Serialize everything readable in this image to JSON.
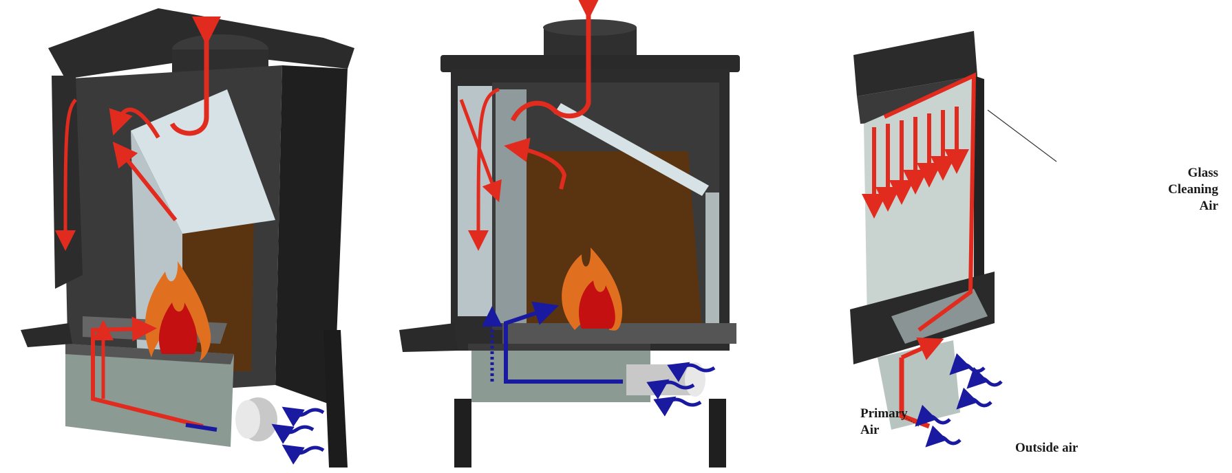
{
  "labels": {
    "glass_cleaning_line1": "Glass",
    "glass_cleaning_line2": "Cleaning",
    "glass_cleaning_line3": "Air",
    "primary_air_line1": "Primary",
    "primary_air_line2": "Air",
    "outside_air": "Outside air"
  },
  "colors": {
    "stove_body": "#2a2a2a",
    "firebox_lining": "#5a3410",
    "baffle": "#cfd6d8",
    "hot_air": "#e02b1e",
    "cold_air": "#1a1aa0",
    "flame_outer": "#e07020",
    "flame_inner": "#c41010",
    "glass": "#c9d4d0"
  }
}
